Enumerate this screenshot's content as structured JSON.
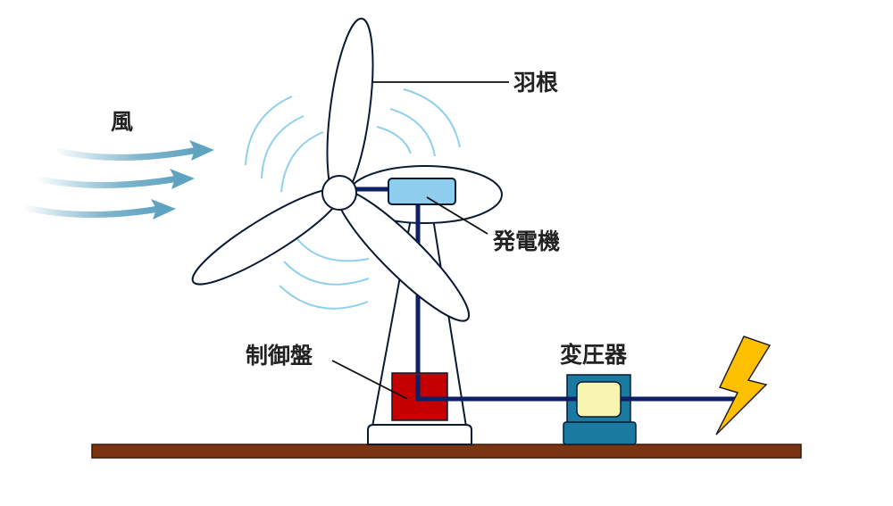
{
  "labels": {
    "wind": "風",
    "blade": "羽根",
    "generator": "発電機",
    "control_panel": "制御盤",
    "transformer": "変圧器"
  },
  "colors": {
    "ground": "#7a3412",
    "cable": "#0d1f66",
    "generator": "#8fcdee",
    "control_panel": "#c40000",
    "transformer": "#1a7aa0",
    "transformer_core": "#f7f5b0",
    "lightning": "#ffc000",
    "wind_arrow": "#5fa3c0",
    "swirl": "#8fd0ee"
  }
}
